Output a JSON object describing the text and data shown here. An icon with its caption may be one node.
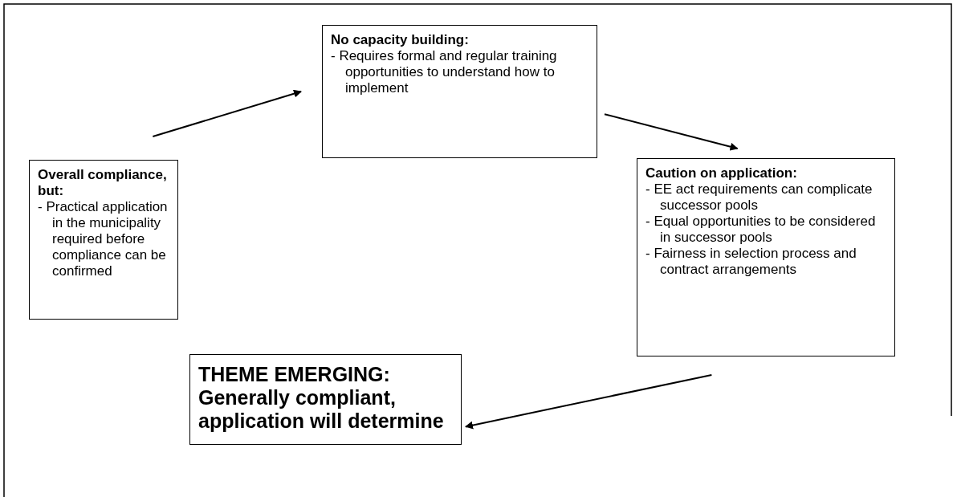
{
  "diagram": {
    "nodes": [
      {
        "text": [
          "Overall compliance, but:",
          "- Practical application in the municipality required before compliance can be confirmed"
        ]
      },
      {
        "text": [
          "No capacity building:",
          "- Requires formal and regular training opportunities to understand how to implement"
        ]
      },
      {
        "text": [
          "Caution on application:",
          "- EE act requirements can complicate successor pools",
          "- Equal opportunities to be considered in successor pools",
          "- Fairness in selection process and contract arrangements"
        ]
      },
      {
        "text": [
          "THEME EMERGING: Generally compliant, application will determine"
        ]
      }
    ],
    "edges": [
      {
        "from": 0,
        "to": 1,
        "arrow": "to"
      },
      {
        "from": 1,
        "to": 2,
        "arrow": "to"
      },
      {
        "from": 2,
        "to": 3,
        "arrow": "to"
      }
    ]
  }
}
